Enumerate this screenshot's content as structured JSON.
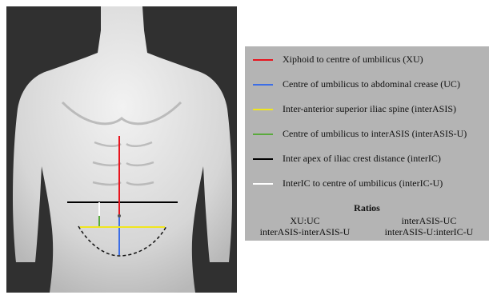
{
  "legend": {
    "items": [
      {
        "label": "Xiphoid to centre of umbilicus (XU)",
        "color": "#e8141e"
      },
      {
        "label": "Centre of umbilicus to abdominal crease (UC)",
        "color": "#3c6ee6"
      },
      {
        "label": "Inter-anterior superior iliac spine (interASIS)",
        "color": "#f0e61e"
      },
      {
        "label": "Centre of umbilicus to interASIS (interASIS-U)",
        "color": "#5aaa3c"
      },
      {
        "label": "Inter apex of iliac crest distance (interIC)",
        "color": "#000000"
      },
      {
        "label": "InterIC to centre of umbilicus (interIC-U)",
        "color": "#ffffff"
      }
    ]
  },
  "ratios": {
    "title": "Ratios",
    "items": [
      "XU:UC",
      "interASIS-UC",
      "interASIS-interASIS-U",
      "interASIS-U:interIC-U"
    ]
  },
  "colors": {
    "background": "#303030",
    "body": "#dcdcdc",
    "legend_panel": "#b4b4b4",
    "crease": "#111111"
  }
}
